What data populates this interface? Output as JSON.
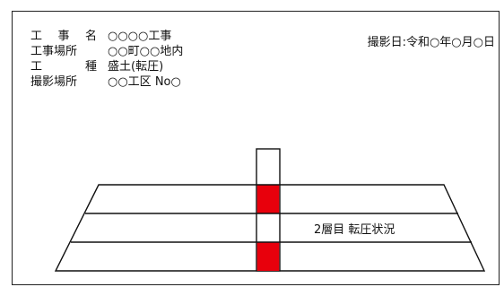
{
  "board": {
    "info": [
      {
        "key": "工事名",
        "value": "○○○○工事"
      },
      {
        "key": "工事場所",
        "value": "○○町○○地内"
      },
      {
        "key": "工種",
        "value": "盛土(転圧)"
      },
      {
        "key": "撮影場所",
        "value": "○○工区 No○"
      }
    ],
    "date": "撮影日:令和○年○月○日",
    "layer_label": "2層目 転圧状況"
  },
  "colors": {
    "marker_red": "#e8000c",
    "line": "#111111"
  }
}
